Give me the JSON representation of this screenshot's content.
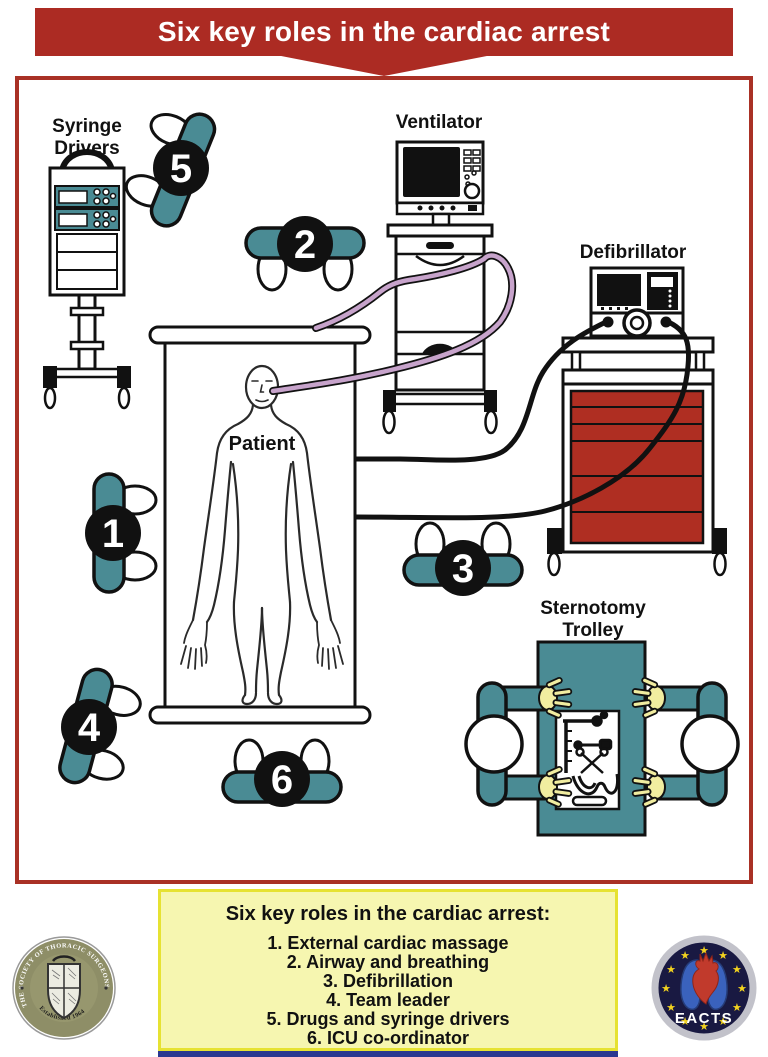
{
  "banner": {
    "title": "Six key roles in the cardiac arrest"
  },
  "diagram": {
    "syringe_drivers_label_line1": "Syringe",
    "syringe_drivers_label_line2": "Drivers",
    "ventilator_label": "Ventilator",
    "defibrillator_label": "Defibrillator",
    "patient_label": "Patient",
    "sternotomy_label_line1": "Sternotomy",
    "sternotomy_label_line2": "Trolley",
    "person_numbers": [
      "1",
      "2",
      "3",
      "4",
      "5",
      "6"
    ]
  },
  "legend": {
    "title": "Six key roles in the cardiac arrest:",
    "items": [
      "1. External cardiac massage",
      "2. Airway and breathing",
      "3. Defibrillation",
      "4. Team leader",
      "5. Drugs and syringe drivers",
      "6. ICU co-ordinator"
    ]
  },
  "logos": {
    "sts": {
      "ring_text": "THE SOCIETY OF THORACIC SURGEONS",
      "established_text": "Established 1964"
    },
    "eacts": {
      "name": "EACTS"
    }
  },
  "colors": {
    "banner_red": "#AC2B23",
    "border_red": "#A93125",
    "drawer_red": "#AF2E22",
    "teal": "#4A8B94",
    "tube_lavender": "#C7A3CB",
    "hand_yellow": "#F1EDA0",
    "legend_bg": "#F6F6B0",
    "legend_border": "#E6E232",
    "footer_navy": "#2B3890"
  }
}
